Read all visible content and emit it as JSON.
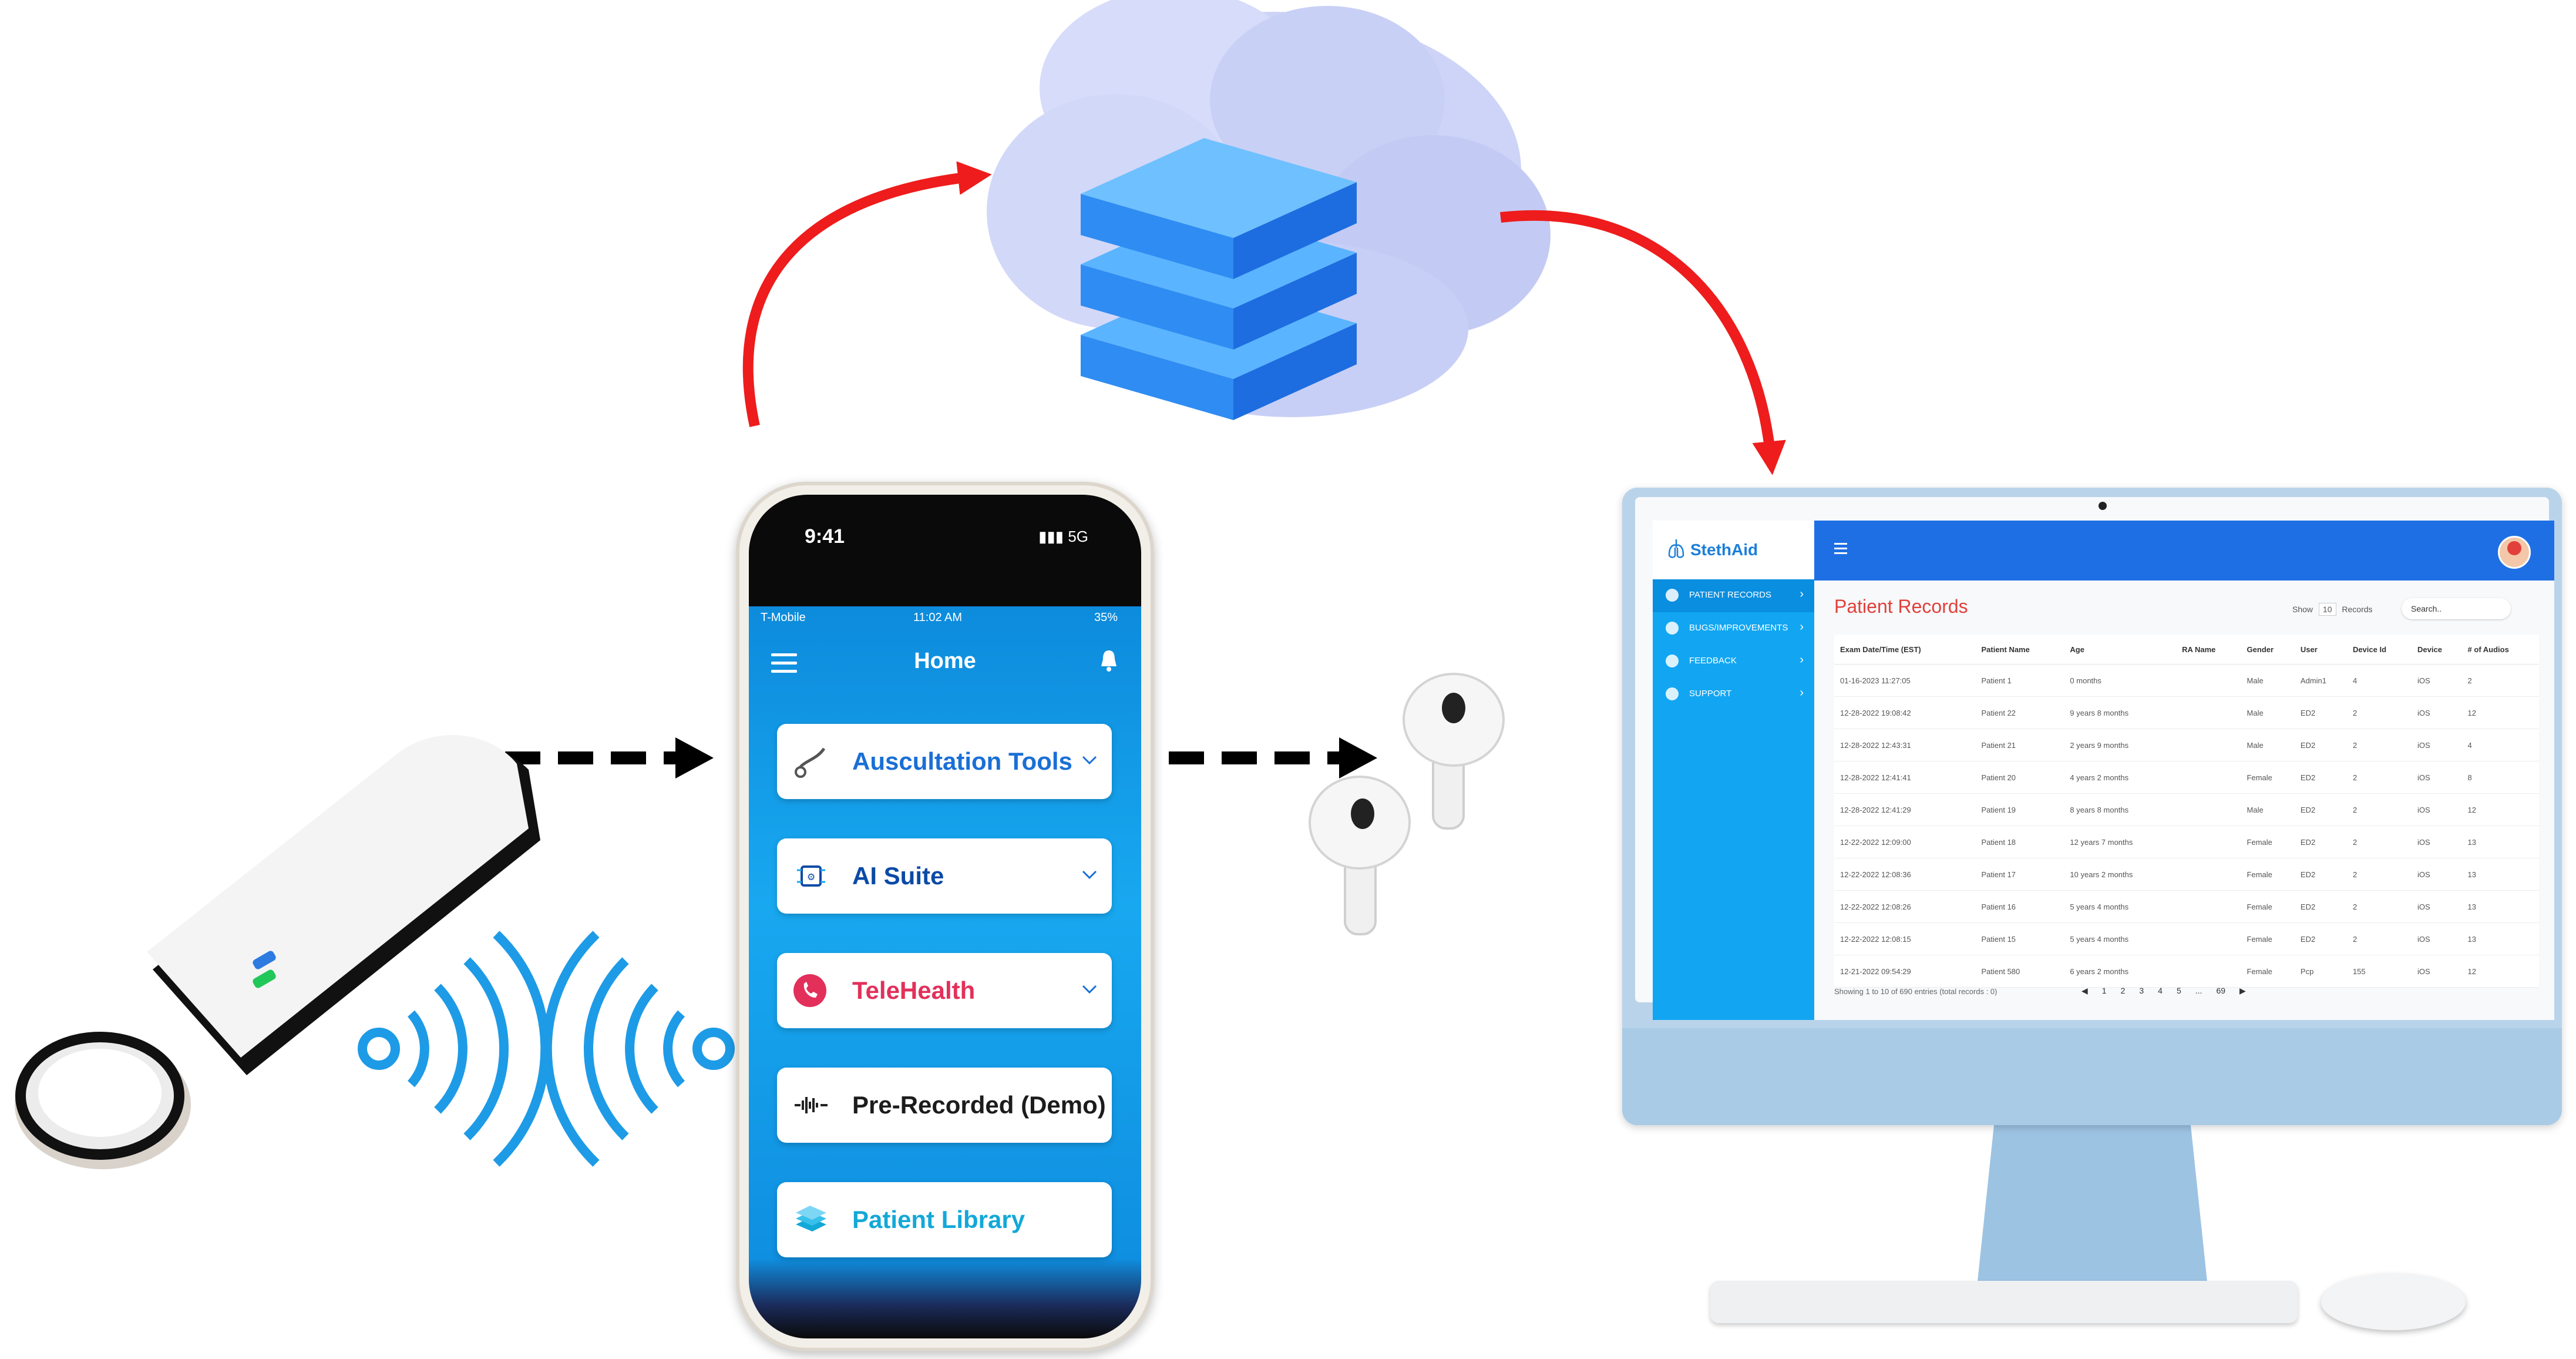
{
  "phone": {
    "status_time": "9:41",
    "status_network": "5G",
    "carrier": "T-Mobile",
    "inner_time": "11:02 AM",
    "battery": "35%",
    "screen_title": "Home",
    "menu": [
      {
        "label": "Auscultation Tools",
        "color": "#1a6fd6",
        "icon": "stethoscope-icon"
      },
      {
        "label": "AI Suite",
        "color": "#0b4aa6",
        "icon": "chip-icon"
      },
      {
        "label": "TeleHealth",
        "color": "#e2305a",
        "icon": "phone-icon"
      },
      {
        "label": "Pre-Recorded (Demo)",
        "color": "#1c1c1c",
        "icon": "waveform-icon"
      },
      {
        "label": "Patient Library",
        "color": "#13a8d8",
        "icon": "books-icon"
      }
    ]
  },
  "dashboard": {
    "brand": "StethAid",
    "sidebar": [
      "PATIENT RECORDS",
      "BUGS/IMPROVEMENTS",
      "FEEDBACK",
      "SUPPORT"
    ],
    "page_title": "Patient Records",
    "show_label": "Show",
    "show_value": "10",
    "records_label": "Records",
    "search_placeholder": "Search..",
    "columns": [
      "Exam Date/Time (EST)",
      "Patient Name",
      "Age",
      "RA Name",
      "Gender",
      "User",
      "Device Id",
      "Device",
      "# of Audios"
    ],
    "rows": [
      [
        "01-16-2023 11:27:05",
        "Patient 1",
        "0 months",
        "",
        "Male",
        "Admin1",
        "4",
        "iOS",
        "2"
      ],
      [
        "12-28-2022 19:08:42",
        "Patient 22",
        "9 years 8 months",
        "",
        "Male",
        "ED2",
        "2",
        "iOS",
        "12"
      ],
      [
        "12-28-2022 12:43:31",
        "Patient 21",
        "2 years 9 months",
        "",
        "Male",
        "ED2",
        "2",
        "iOS",
        "4"
      ],
      [
        "12-28-2022 12:41:41",
        "Patient 20",
        "4 years 2 months",
        "",
        "Female",
        "ED2",
        "2",
        "iOS",
        "8"
      ],
      [
        "12-28-2022 12:41:29",
        "Patient 19",
        "8 years 8 months",
        "",
        "Male",
        "ED2",
        "2",
        "iOS",
        "12"
      ],
      [
        "12-22-2022 12:09:00",
        "Patient 18",
        "12 years 7 months",
        "",
        "Female",
        "ED2",
        "2",
        "iOS",
        "13"
      ],
      [
        "12-22-2022 12:08:36",
        "Patient 17",
        "10 years 2 months",
        "",
        "Female",
        "ED2",
        "2",
        "iOS",
        "13"
      ],
      [
        "12-22-2022 12:08:26",
        "Patient 16",
        "5 years 4 months",
        "",
        "Female",
        "ED2",
        "2",
        "iOS",
        "13"
      ],
      [
        "12-22-2022 12:08:15",
        "Patient 15",
        "5 years 4 months",
        "",
        "Female",
        "ED2",
        "2",
        "iOS",
        "13"
      ],
      [
        "12-21-2022 09:54:29",
        "Patient 580",
        "6 years 2 months",
        "",
        "Female",
        "Pcp",
        "155",
        "iOS",
        "12"
      ]
    ],
    "showing": "Showing 1 to 10 of 690 entries (total records : 0)",
    "pager": [
      "1",
      "2",
      "3",
      "4",
      "5",
      "...",
      "69"
    ]
  }
}
